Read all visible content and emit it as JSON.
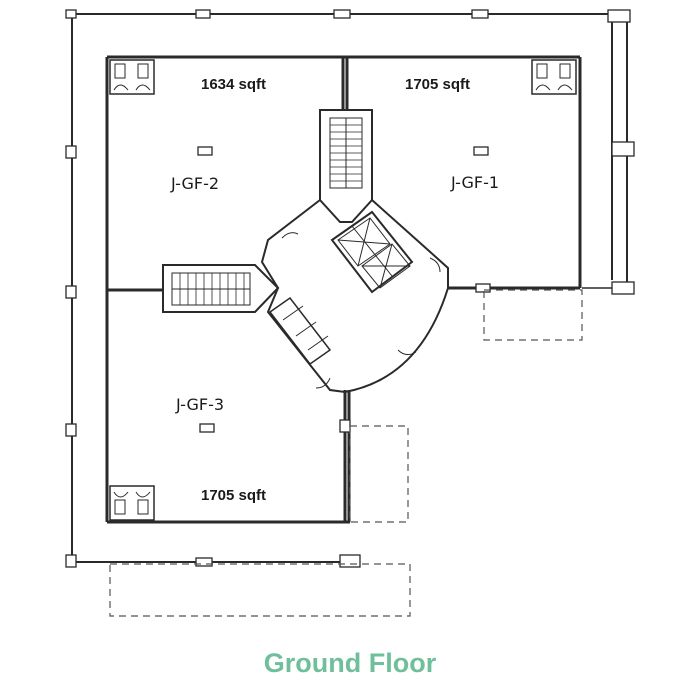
{
  "caption": "Ground Floor",
  "units": [
    {
      "id": "J-GF-1",
      "area": "1705 sqft"
    },
    {
      "id": "J-GF-2",
      "area": "1634 sqft"
    },
    {
      "id": "J-GF-3",
      "area": "1705 sqft"
    }
  ]
}
